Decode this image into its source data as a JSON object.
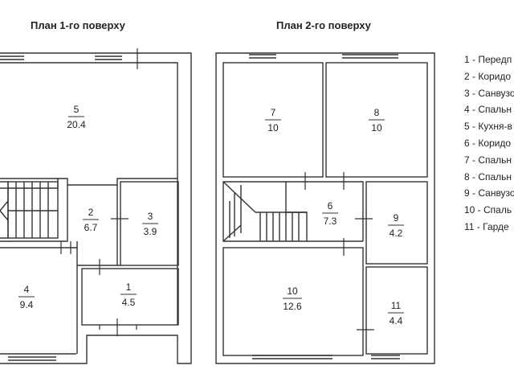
{
  "titles": {
    "floor1": "План 1-го поверху",
    "floor2": "План 2-го поверху"
  },
  "rooms": [
    {
      "num": "5",
      "area": "20.4"
    },
    {
      "num": "2",
      "area": "6.7"
    },
    {
      "num": "3",
      "area": "3.9"
    },
    {
      "num": "4",
      "area": "9.4"
    },
    {
      "num": "1",
      "area": "4.5"
    },
    {
      "num": "7",
      "area": "10"
    },
    {
      "num": "8",
      "area": "10"
    },
    {
      "num": "6",
      "area": "7.3"
    },
    {
      "num": "9",
      "area": "4.2"
    },
    {
      "num": "10",
      "area": "12.6"
    },
    {
      "num": "11",
      "area": "4.4"
    }
  ],
  "legend": [
    "1 - Передп",
    "2 - Коридо",
    "3 - Санвузо",
    "4 - Спальн",
    "5 - Кухня-в",
    "6 - Коридо",
    "7 - Спальн",
    "8 - Спальн",
    "9 - Санвузо",
    "10 - Спаль",
    "11 - Гарде"
  ],
  "colors": {
    "wall": "#333333",
    "background": "#ffffff",
    "text": "#222222"
  }
}
